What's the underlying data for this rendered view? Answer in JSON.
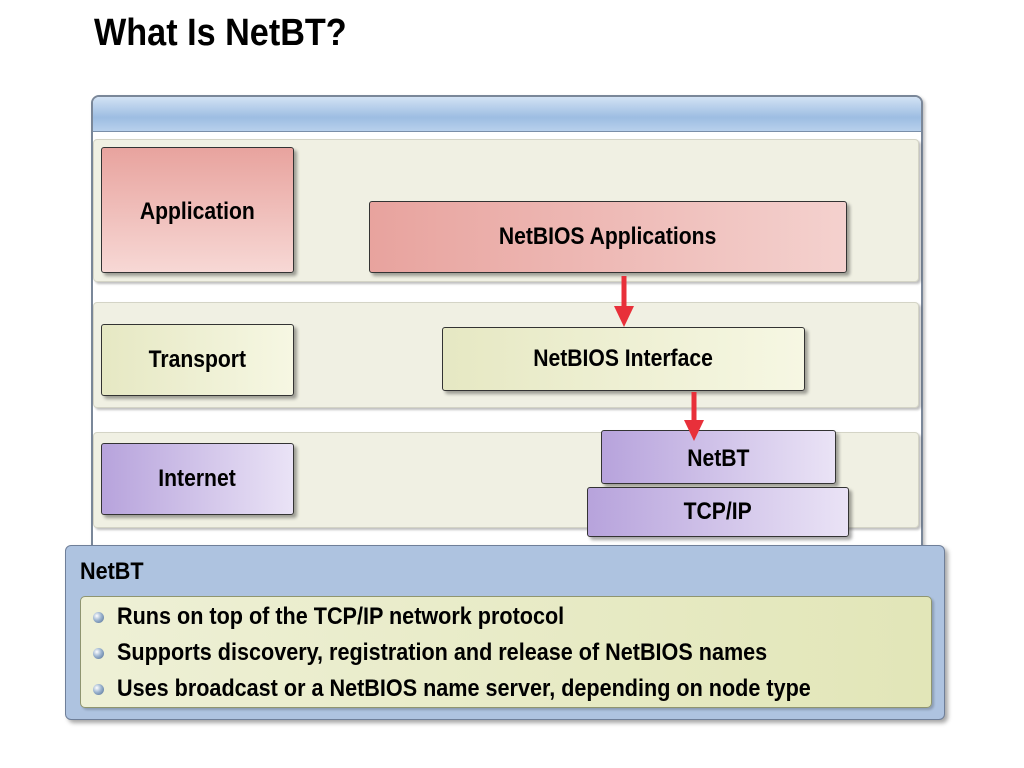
{
  "title": "What Is NetBT?",
  "layers": {
    "application": "Application",
    "transport": "Transport",
    "internet": "Internet"
  },
  "components": {
    "netbios_applications": "NetBIOS Applications",
    "netbios_interface": "NetBIOS Interface",
    "netbt": "NetBT",
    "tcpip": "TCP/IP"
  },
  "callout": {
    "title": "NetBT",
    "bullets": [
      "Runs on top of the TCP/IP network protocol",
      "Supports discovery, registration and release of NetBIOS names",
      "Uses broadcast or a NetBIOS name server, depending on node type"
    ]
  },
  "colors": {
    "arrow": "#e8303a",
    "frame_header": "#9dbde2",
    "band": "#f0f0e3",
    "application_layer": "#e8a39e",
    "transport_layer": "#e6e8c3",
    "internet_layer": "#b7a3dc",
    "callout": "#aec3e0"
  },
  "icons": {
    "bullet": "bullet-dot-icon",
    "arrow": "down-arrow-icon"
  }
}
